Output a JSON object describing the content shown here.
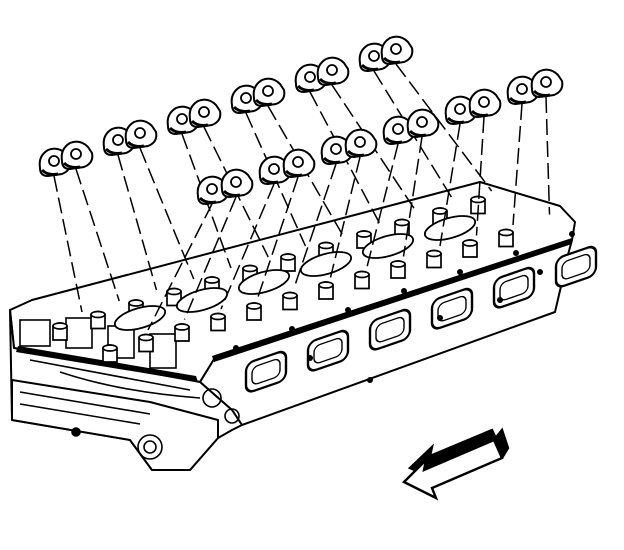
{
  "figure": {
    "background": "#ffffff",
    "ink": "#000000",
    "rocker_rows": [
      {
        "id": "left-bank",
        "count": 12
      },
      {
        "id": "right-bank",
        "count": 12
      }
    ],
    "exhaust_ports": 6,
    "arrow": {
      "direction": "front-of-engine",
      "points": "left"
    }
  }
}
